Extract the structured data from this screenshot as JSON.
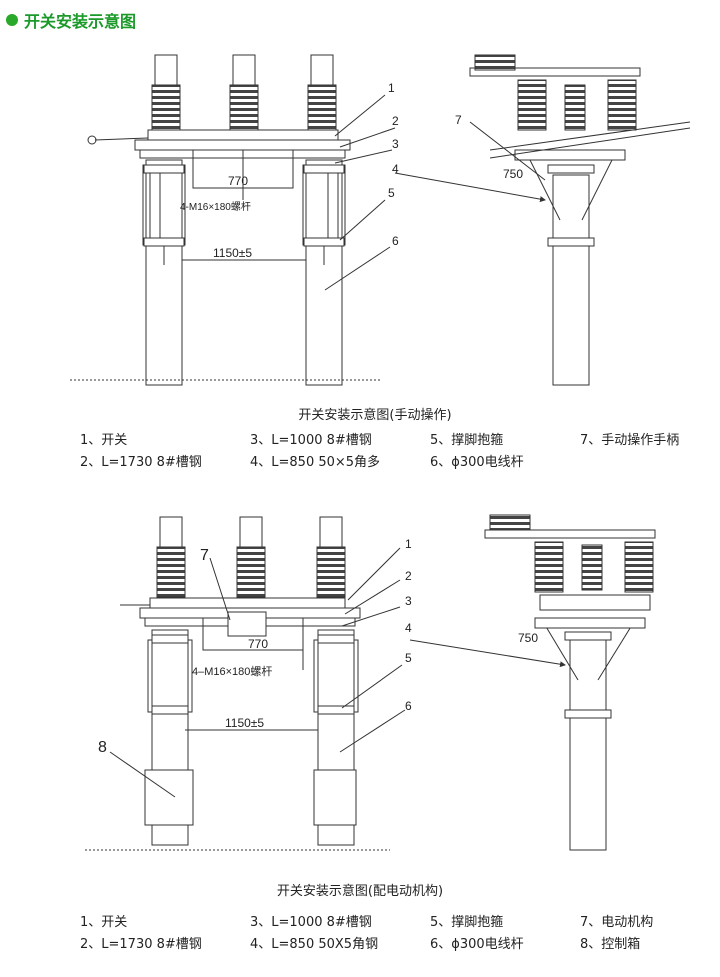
{
  "header": {
    "title": "开关安装示意图",
    "accent": "#1b9a2a"
  },
  "figure1": {
    "caption": "开关安装示意图(手动操作)",
    "labels": {
      "l1": "1",
      "l2": "2",
      "l3": "3",
      "l4": "4",
      "l5": "5",
      "l6": "6",
      "l7": "7"
    },
    "dims": {
      "d770": "770",
      "bolt": "4-M16×180螺杆",
      "d1150": "1150±5",
      "d750": "750"
    },
    "legend": [
      [
        "1、开关",
        "3、L=1000 8#槽钢",
        "5、撑脚抱箍",
        "7、手动操作手柄"
      ],
      [
        "2、L=1730 8#槽钢",
        "4、L=850 50×5角多",
        "6、ϕ300电线杆",
        ""
      ]
    ]
  },
  "figure2": {
    "caption": "开关安装示意图(配电动机构)",
    "labels": {
      "l1": "1",
      "l2": "2",
      "l3": "3",
      "l4": "4",
      "l5": "5",
      "l6": "6",
      "l7": "7",
      "l8": "8"
    },
    "dims": {
      "d770": "770",
      "bolt": "4–M16×180螺杆",
      "d1150": "1150±5",
      "d750": "750"
    },
    "legend": [
      [
        "1、开关",
        "3、L=1000  8#槽钢",
        "5、撑脚抱箍",
        "7、电动机构"
      ],
      [
        "2、L=1730  8#槽钢",
        "4、L=850  50X5角钢",
        "6、ϕ300电线杆",
        "8、控制箱"
      ]
    ]
  }
}
